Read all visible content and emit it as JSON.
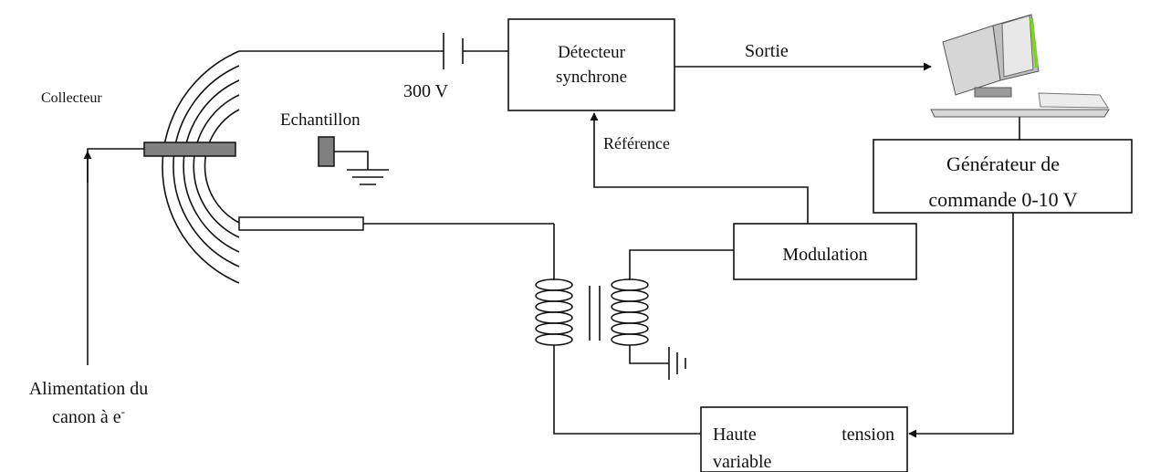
{
  "labels": {
    "collecteur": "Collecteur",
    "echantillon": "Echantillon",
    "voltage_300": "300 V",
    "detecteur_line1": "Détecteur",
    "detecteur_line2": "synchrone",
    "sortie": "Sortie",
    "reference": "Référence",
    "generateur_line1": "Générateur de",
    "generateur_line2": "commande 0-10 V",
    "modulation": "Modulation",
    "haute_tension_word1": "Haute",
    "haute_tension_word2": "tension",
    "haute_tension_line2": "variable",
    "alimentation_line1": "Alimentation du",
    "alimentation_line2": "canon à e",
    "alimentation_superscript": "-"
  },
  "icons": {
    "computer": "computer-icon",
    "battery": "battery-icon",
    "transformer": "transformer-icon",
    "ground": "ground-icon",
    "analyzer": "analyzer-grids-icon",
    "sample": "sample-icon"
  },
  "colors": {
    "line": "#111111",
    "sample_fill": "#808080",
    "screen_accent": "#7ed321"
  }
}
